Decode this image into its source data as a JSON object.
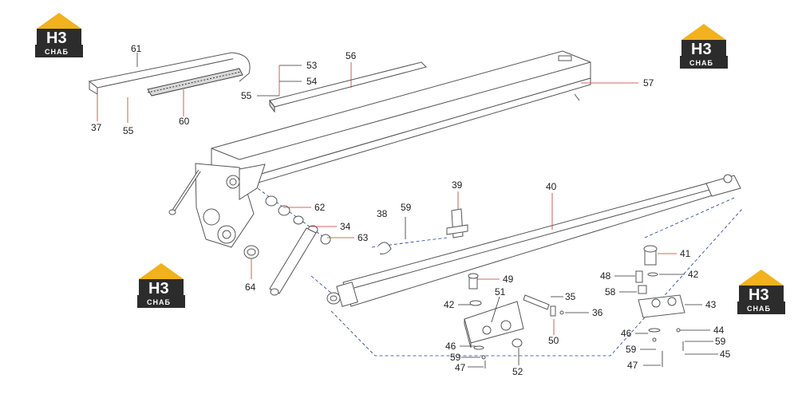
{
  "logo": {
    "mark": "H3",
    "wordmark": "СНАБ"
  },
  "callouts": [
    "61",
    "37",
    "55",
    "60",
    "53",
    "54",
    "55",
    "56",
    "57",
    "62",
    "34",
    "63",
    "64",
    "39",
    "38",
    "59",
    "40",
    "49",
    "42",
    "51",
    "35",
    "36",
    "46",
    "59",
    "47",
    "52",
    "50",
    "41",
    "48",
    "42",
    "58",
    "43",
    "46",
    "44",
    "59",
    "59",
    "45",
    "47"
  ]
}
